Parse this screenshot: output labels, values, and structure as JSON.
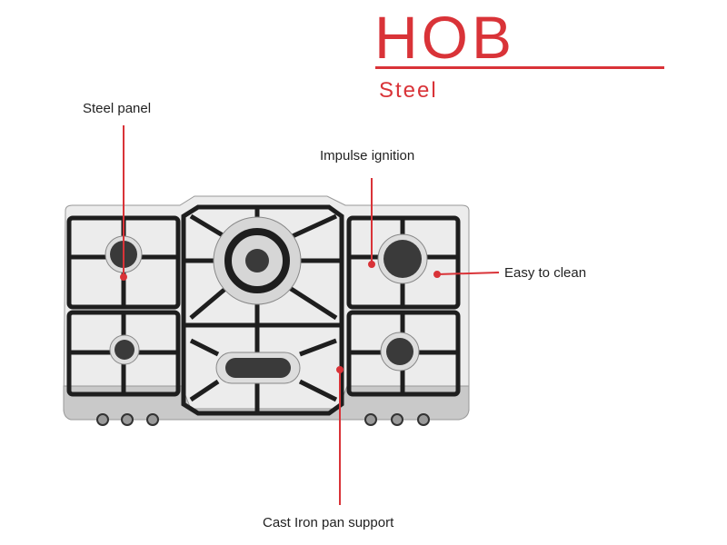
{
  "header": {
    "title": "HOB",
    "subtitle": "Steel"
  },
  "callouts": {
    "steel_panel": "Steel panel",
    "impulse_ignition": "Impulse ignition",
    "easy_to_clean": "Easy to clean",
    "cast_iron": "Cast Iron pan support"
  },
  "colors": {
    "accent": "#d93338",
    "grate": "#1e1e1e",
    "steel": "#e6e6e6"
  }
}
